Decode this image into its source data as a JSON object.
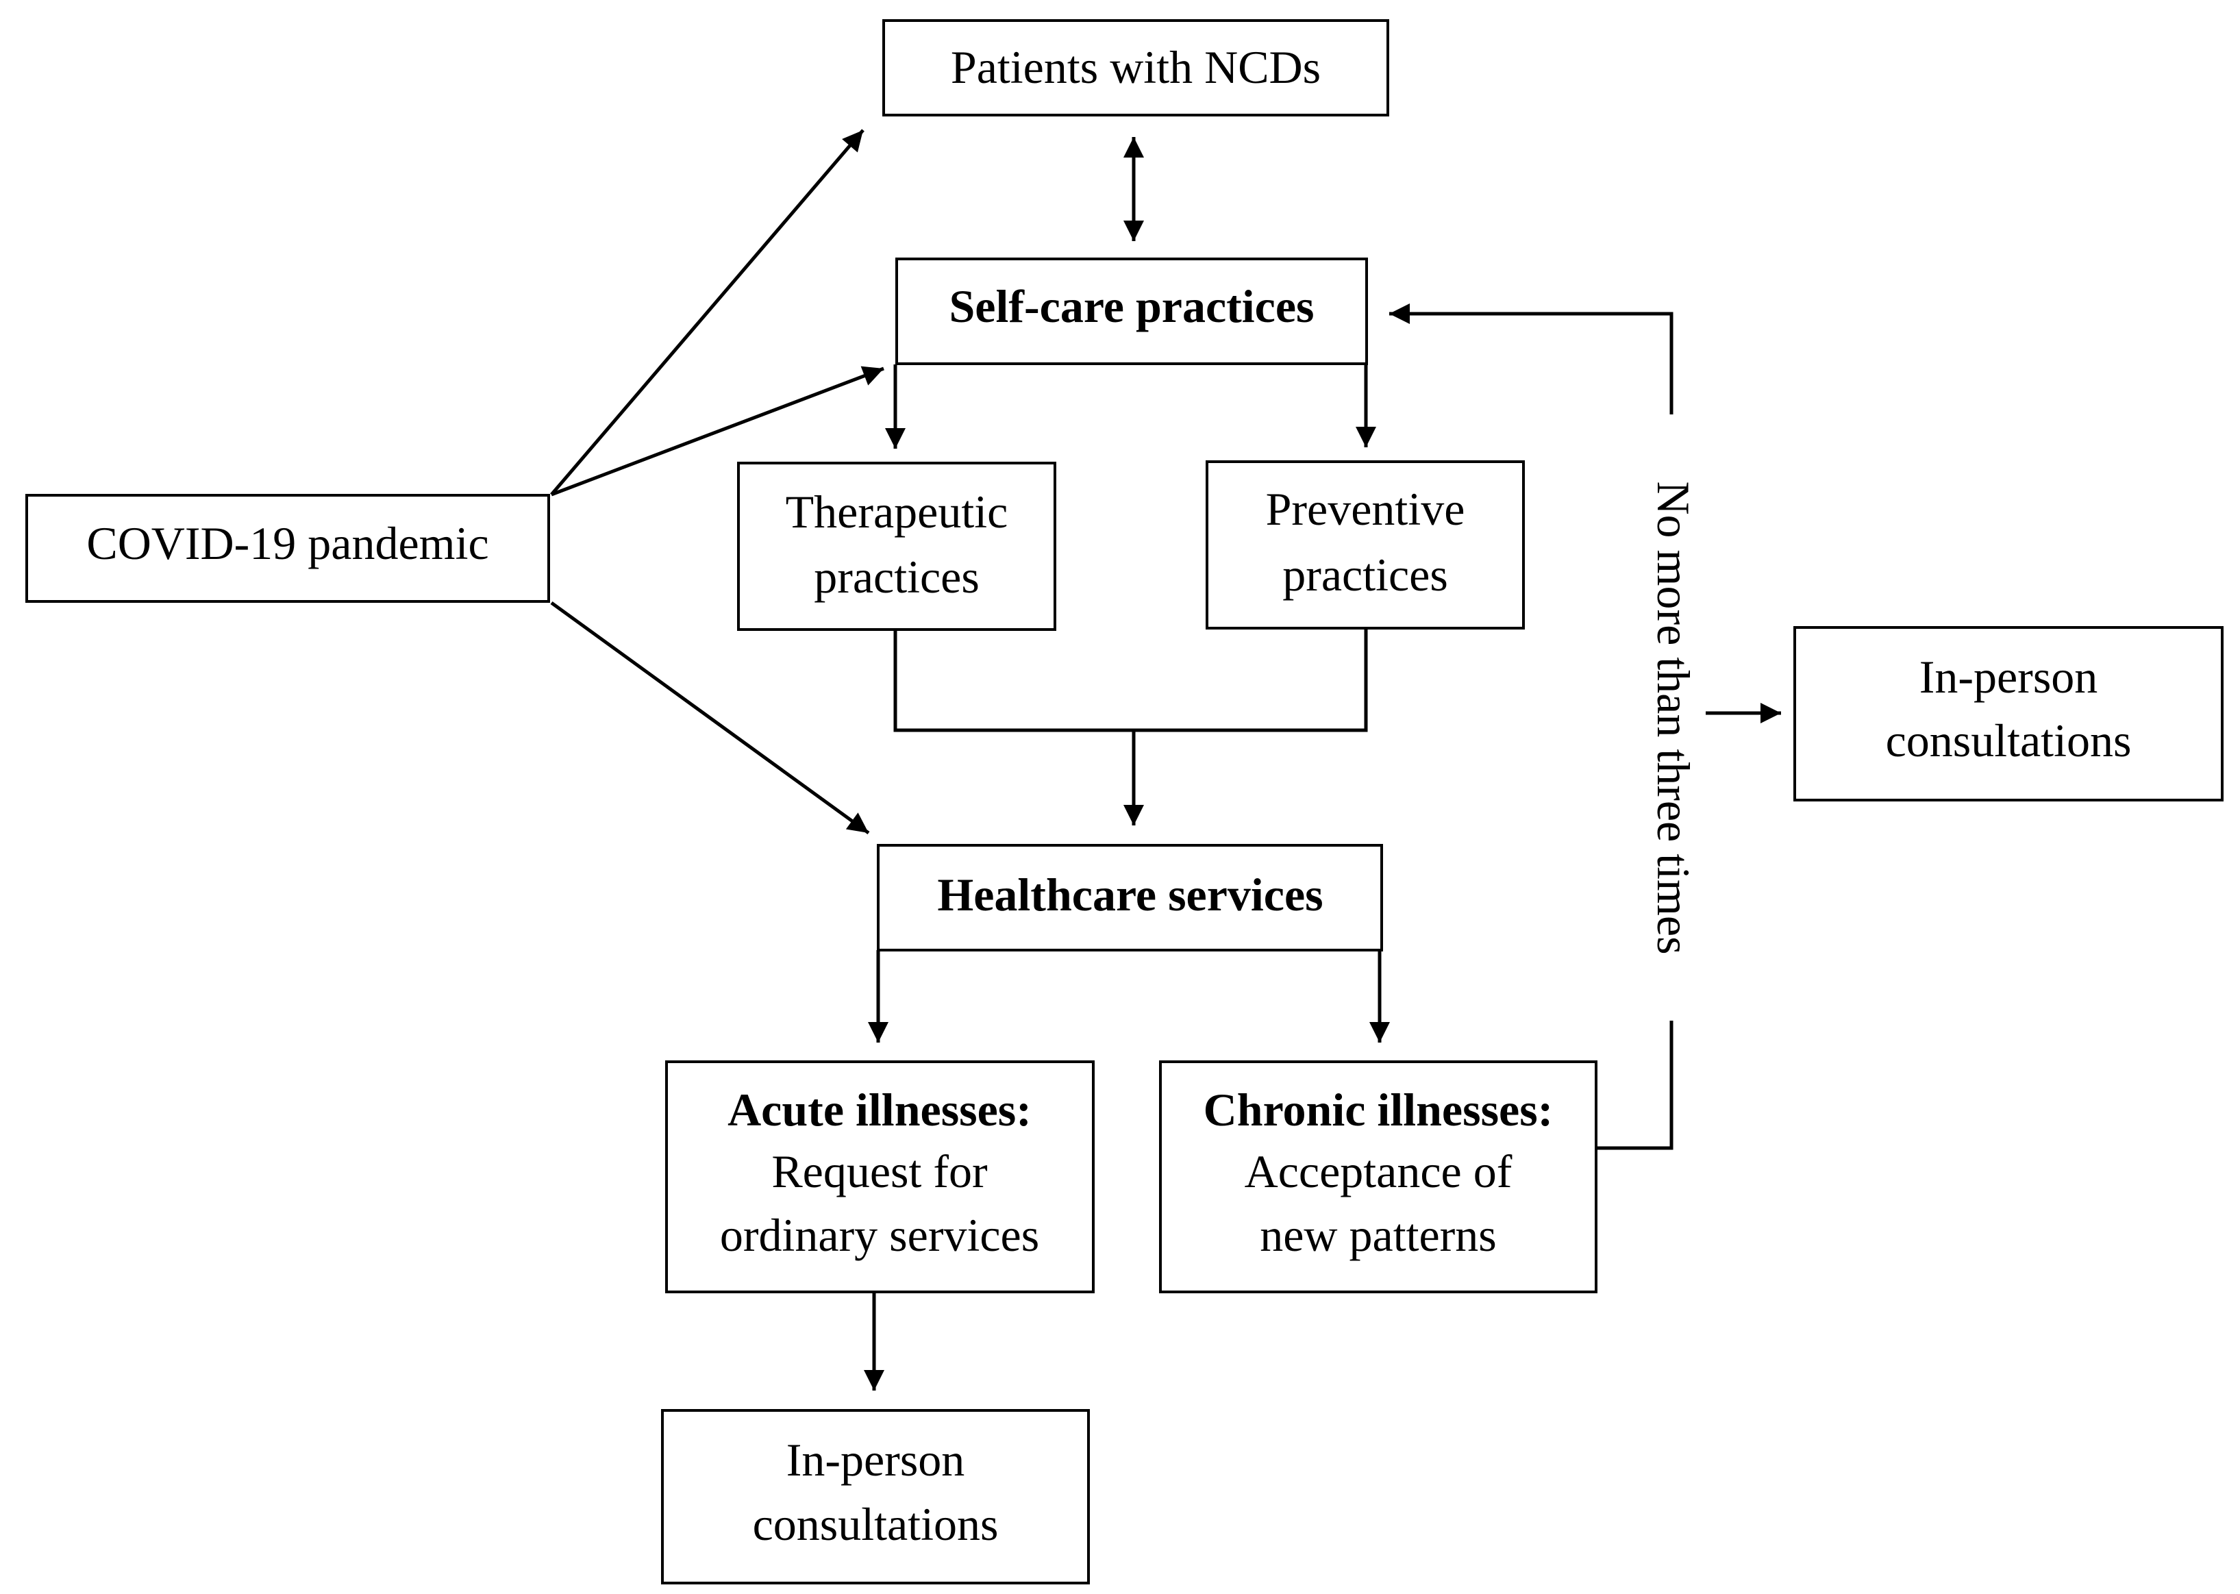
{
  "nodes": {
    "patients": {
      "lines": [
        "Patients with NCDs"
      ]
    },
    "covid": {
      "lines": [
        "COVID-19 pandemic"
      ]
    },
    "selfcare": {
      "lines": [
        "Self-care practices"
      ]
    },
    "therapeutic": {
      "lines": [
        "Therapeutic",
        "practices"
      ]
    },
    "preventive": {
      "lines": [
        "Preventive",
        "practices"
      ]
    },
    "healthcare": {
      "lines": [
        "Healthcare services"
      ]
    },
    "acute": {
      "heading": "Acute illnesses:",
      "lines": [
        "Request for",
        "ordinary services"
      ]
    },
    "chronic": {
      "heading": "Chronic illnesses:",
      "lines": [
        "Acceptance of",
        "new patterns"
      ]
    },
    "inperson_bottom": {
      "lines": [
        "In-person",
        "consultations"
      ]
    },
    "inperson_right": {
      "lines": [
        "In-person",
        "consultations"
      ]
    }
  },
  "edge_labels": {
    "no_more_than_three": "No more than three times"
  }
}
